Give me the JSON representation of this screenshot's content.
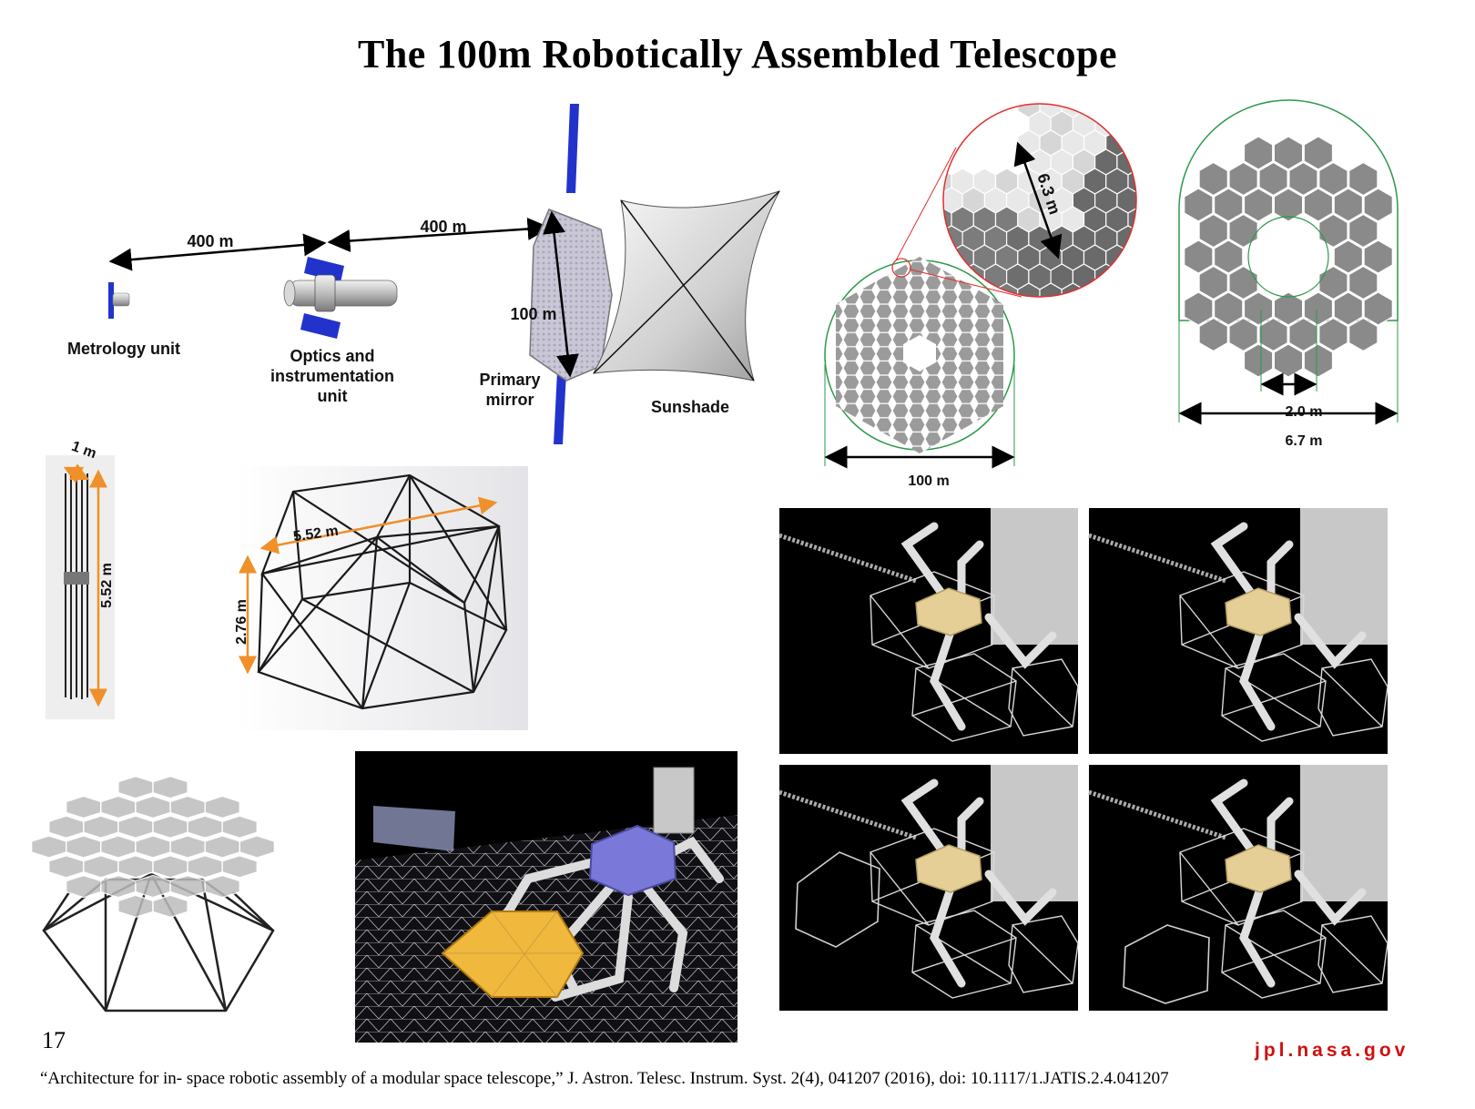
{
  "title": "The 100m Robotically Assembled Telescope",
  "architecture": {
    "dist_left": "400 m",
    "dist_right": "400 m",
    "mirror_size": "100 m",
    "metrology_label": "Metrology unit",
    "optics_label": "Optics and\ninstrumentation\nunit",
    "primary_label": "Primary\nmirror",
    "sunshade_label": "Sunshade"
  },
  "mirror": {
    "zoom_size": "6.3 m",
    "full_size": "100 m",
    "inner_diameter": "2.0 m",
    "outer_diameter": "6.7 m"
  },
  "truss": {
    "stowed_width": "1 m",
    "stowed_length": "5.52 m",
    "deployed_length": "5.52 m",
    "deployed_height": "2.76 m"
  },
  "colors": {
    "dimension_arrow": "#f0902a",
    "solar_panel": "#2233cc",
    "mirror_circle": "#2a9a4a",
    "zoom_circle": "#e03030",
    "brand_red": "#d01010"
  },
  "footer": {
    "slide_number": "17",
    "brand": "jpl.nasa.gov",
    "citation": "“Architecture for in- space robotic assembly of a modular space telescope,” J. Astron. Telesc. Instrum. Syst. 2(4), 041207 (2016), doi: 10.1117/1.JATIS.2.4.041207"
  }
}
